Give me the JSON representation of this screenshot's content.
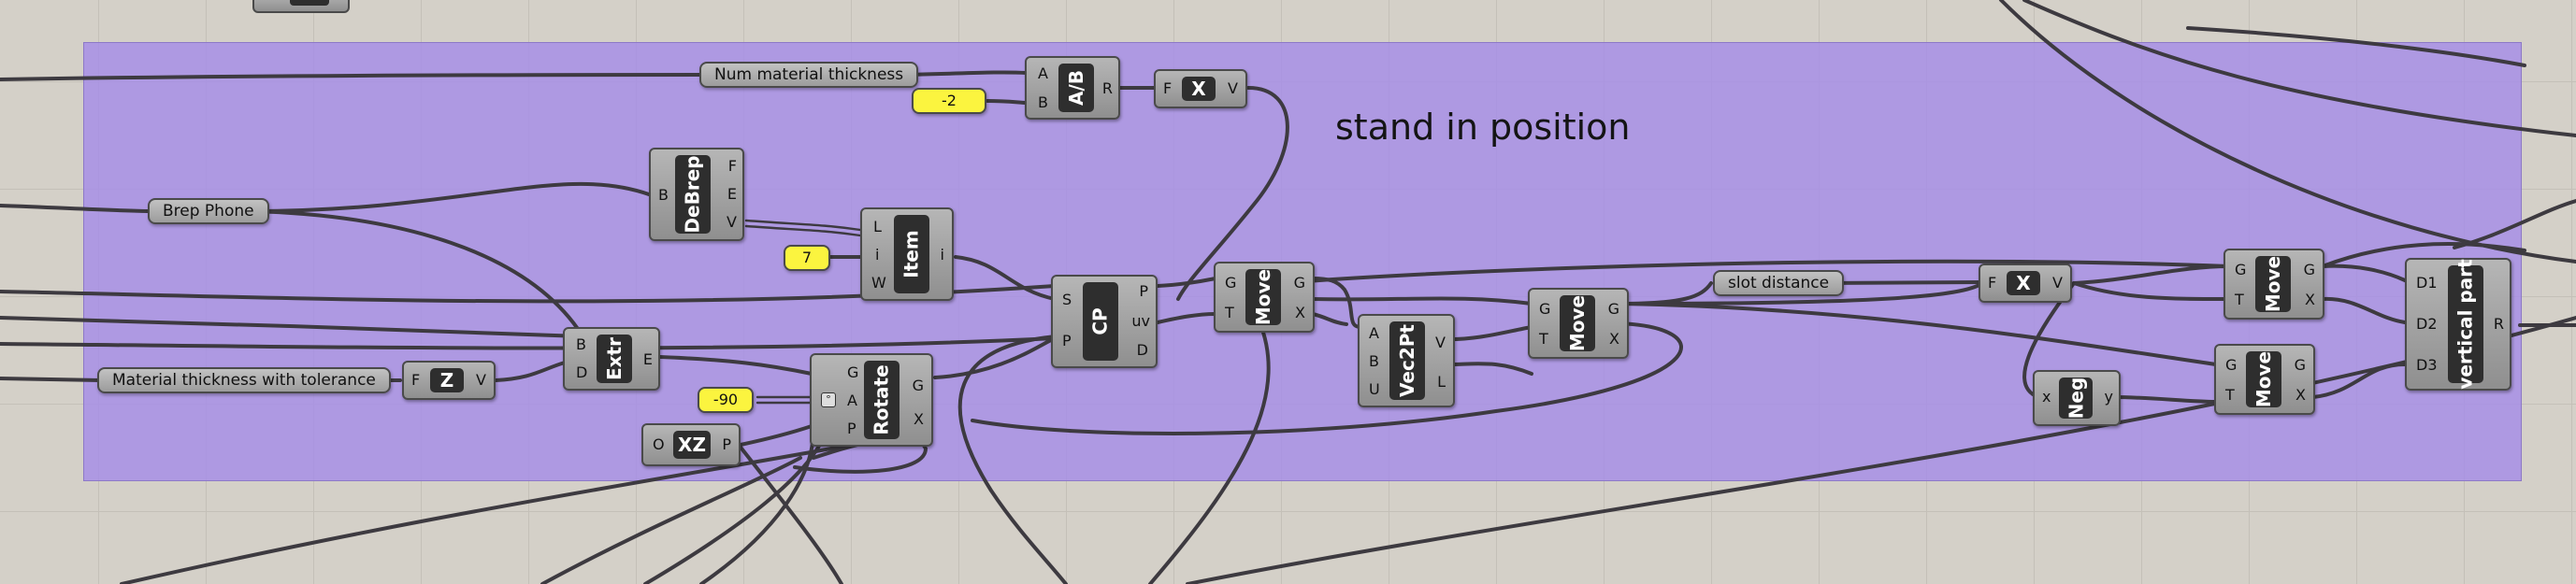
{
  "group": {
    "title": "stand in position"
  },
  "params": {
    "num_material_thickness": "Num material thickness",
    "brep_phone": "Brep Phone",
    "material_thickness_tolerance": "Material thickness with tolerance",
    "slot_distance": "slot distance"
  },
  "sliders": {
    "minus_two": "-2",
    "seven": "7",
    "minus_ninety": "-90"
  },
  "components": {
    "division": {
      "name": "A/B",
      "inputs": [
        "A",
        "B"
      ],
      "outputs": [
        "R"
      ]
    },
    "multiply_top": {
      "name": "X",
      "inputs": [
        "F"
      ],
      "outputs": [
        "V"
      ]
    },
    "debrep": {
      "name": "DeBrep",
      "inputs": [
        "B"
      ],
      "outputs": [
        "F",
        "E",
        "V"
      ]
    },
    "item": {
      "name": "Item",
      "inputs": [
        "L",
        "i",
        "W"
      ],
      "outputs": [
        "i"
      ]
    },
    "cp": {
      "name": "CP",
      "inputs": [
        "S",
        "P"
      ],
      "outputs": [
        "P",
        "uv",
        "D"
      ]
    },
    "move1": {
      "name": "Move",
      "inputs": [
        "G",
        "T"
      ],
      "outputs": [
        "G",
        "X"
      ]
    },
    "vec2pt": {
      "name": "Vec2Pt",
      "inputs": [
        "A",
        "B",
        "U"
      ],
      "outputs": [
        "V",
        "L"
      ]
    },
    "move2": {
      "name": "Move",
      "inputs": [
        "G",
        "T"
      ],
      "outputs": [
        "G",
        "X"
      ]
    },
    "multiply_slot": {
      "name": "X",
      "inputs": [
        "F"
      ],
      "outputs": [
        "V"
      ]
    },
    "move3": {
      "name": "Move",
      "inputs": [
        "G",
        "T"
      ],
      "outputs": [
        "G",
        "X"
      ]
    },
    "move4": {
      "name": "Move",
      "inputs": [
        "G",
        "T"
      ],
      "outputs": [
        "G",
        "X"
      ]
    },
    "negative": {
      "name": "Neg",
      "inputs": [
        "x"
      ],
      "outputs": [
        "y"
      ]
    },
    "vertical_part": {
      "name": "vertical part",
      "inputs": [
        "D1",
        "D2",
        "D3"
      ],
      "outputs": [
        "R"
      ]
    },
    "extrude": {
      "name": "Extr",
      "inputs": [
        "B",
        "D"
      ],
      "outputs": [
        "E"
      ]
    },
    "unit_z": {
      "name": "Z",
      "inputs": [
        "F"
      ],
      "outputs": [
        "V"
      ]
    },
    "rotate": {
      "name": "Rotate",
      "inputs": [
        "G",
        "A",
        "P"
      ],
      "outputs": [
        "G",
        "X"
      ]
    },
    "xz_plane": {
      "name": "XZ",
      "inputs": [
        "O"
      ],
      "outputs": [
        "P"
      ]
    }
  }
}
